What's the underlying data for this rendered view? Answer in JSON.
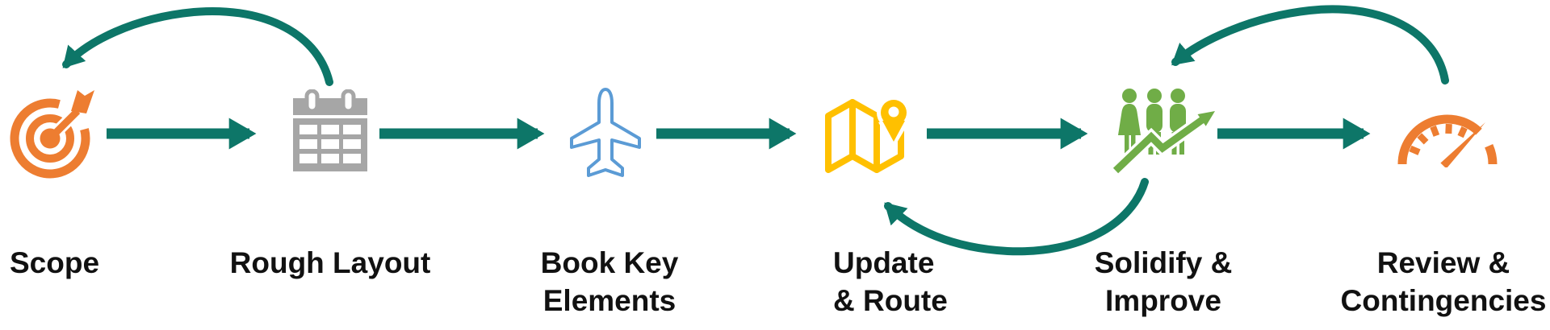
{
  "diagram": {
    "background": "#FFFFFF",
    "text_color": "#111111",
    "steps": [
      {
        "id": "scope",
        "label_lines": [
          "Scope"
        ],
        "icon": "target-dart-icon",
        "icon_color": "#ED7D31"
      },
      {
        "id": "rough-layout",
        "label_lines": [
          "Rough Layout"
        ],
        "icon": "calendar-icon",
        "icon_color": "#A6A6A6"
      },
      {
        "id": "book-key-elements",
        "label_lines": [
          "Book Key",
          "Elements"
        ],
        "icon": "airplane-icon",
        "icon_color": "#5B9BD5"
      },
      {
        "id": "update-route",
        "label_lines": [
          "Update",
          "& Route"
        ],
        "icon": "map-location-pin-icon",
        "icon_color": "#FFC000"
      },
      {
        "id": "solidify-improve",
        "label_lines": [
          "Solidify &",
          "Improve"
        ],
        "icon": "people-growth-arrow-icon",
        "icon_color": "#70AD47"
      },
      {
        "id": "review-contingencies",
        "label_lines": [
          "Review &",
          "Contingencies"
        ],
        "icon": "speedometer-icon",
        "icon_color": "#ED7D31"
      }
    ],
    "arrows": {
      "color": "#0D7668",
      "forward": [
        {
          "from": "scope",
          "to": "rough-layout"
        },
        {
          "from": "rough-layout",
          "to": "book-key-elements"
        },
        {
          "from": "book-key-elements",
          "to": "update-route"
        },
        {
          "from": "update-route",
          "to": "solidify-improve"
        },
        {
          "from": "solidify-improve",
          "to": "review-contingencies"
        }
      ],
      "feedback": [
        {
          "from": "rough-layout",
          "to": "scope",
          "side": "top"
        },
        {
          "from": "solidify-improve",
          "to": "update-route",
          "side": "bottom"
        },
        {
          "from": "review-contingencies",
          "to": "solidify-improve",
          "side": "top"
        }
      ]
    }
  }
}
